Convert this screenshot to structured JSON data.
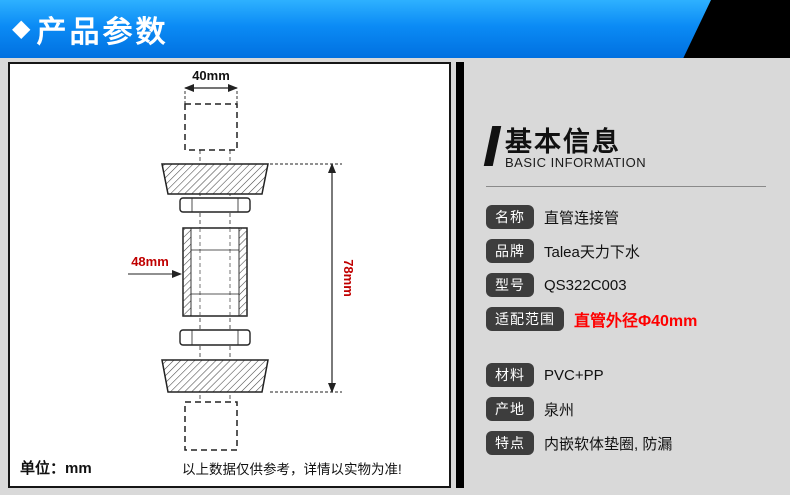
{
  "banner": {
    "diamond": "◆",
    "title": "产品参数"
  },
  "drawing": {
    "dim_top": "40mm",
    "dim_side": "48mm",
    "dim_height": "78mm",
    "unit_label": "单位：mm",
    "disclaimer": "以上数据仅供参考，详情以实物为准!"
  },
  "info": {
    "title": "基本信息",
    "subtitle": "BASIC INFORMATION",
    "rows": [
      {
        "label": "名称",
        "value": "直管连接管"
      },
      {
        "label": "品牌",
        "value": "Talea天力下水"
      },
      {
        "label": "型号",
        "value": "QS322C003"
      },
      {
        "label": "适配范围",
        "value": "直管外径Φ40mm",
        "highlight": true
      },
      {
        "label": "材料",
        "value": "PVC+PP"
      },
      {
        "label": "产地",
        "value": "泉州"
      },
      {
        "label": "特点",
        "value": "内嵌软体垫圈, 防漏"
      }
    ]
  },
  "colors": {
    "banner_blue_top": "#2eb1ff",
    "banner_blue_bottom": "#0070e0",
    "badge": "#3d3d3d",
    "highlight_red": "#fe0000",
    "dimension_red": "#c00000",
    "page_bg": "#d9d9d9"
  }
}
